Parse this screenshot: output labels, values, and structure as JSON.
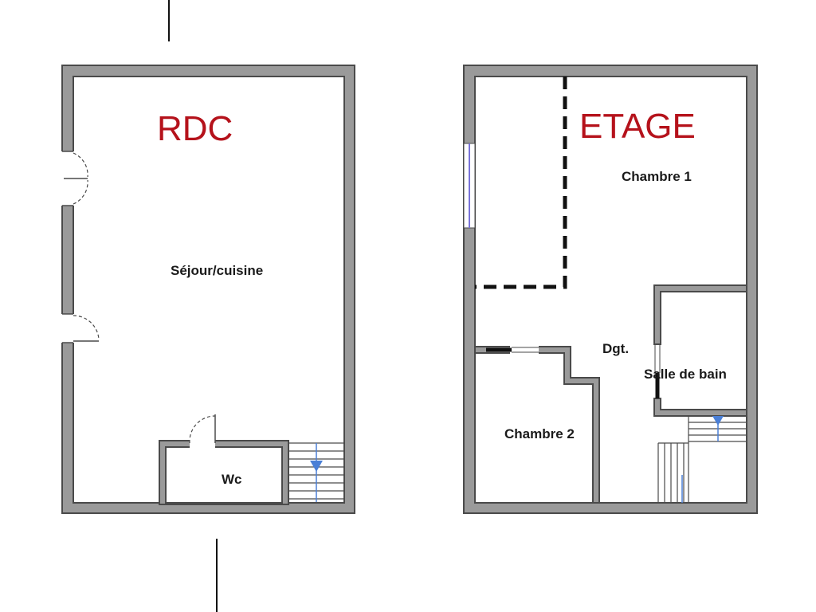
{
  "floors": {
    "ground": {
      "title": "RDC",
      "rooms": {
        "sejour": "Séjour/cuisine",
        "wc": "Wc"
      }
    },
    "upper": {
      "title": "ETAGE",
      "rooms": {
        "chambre1": "Chambre 1",
        "dgt": "Dgt.",
        "salle_de_bain": "Salle de bain",
        "chambre2": "Chambre 2"
      }
    }
  },
  "colors": {
    "title": "#b5121b",
    "wall": "#9a9a9a",
    "arrow": "#4a7fd6",
    "window": "#7a73d9"
  },
  "icons": {
    "stairs": "stairs-icon",
    "door": "door-swing-icon",
    "window": "window-icon"
  }
}
